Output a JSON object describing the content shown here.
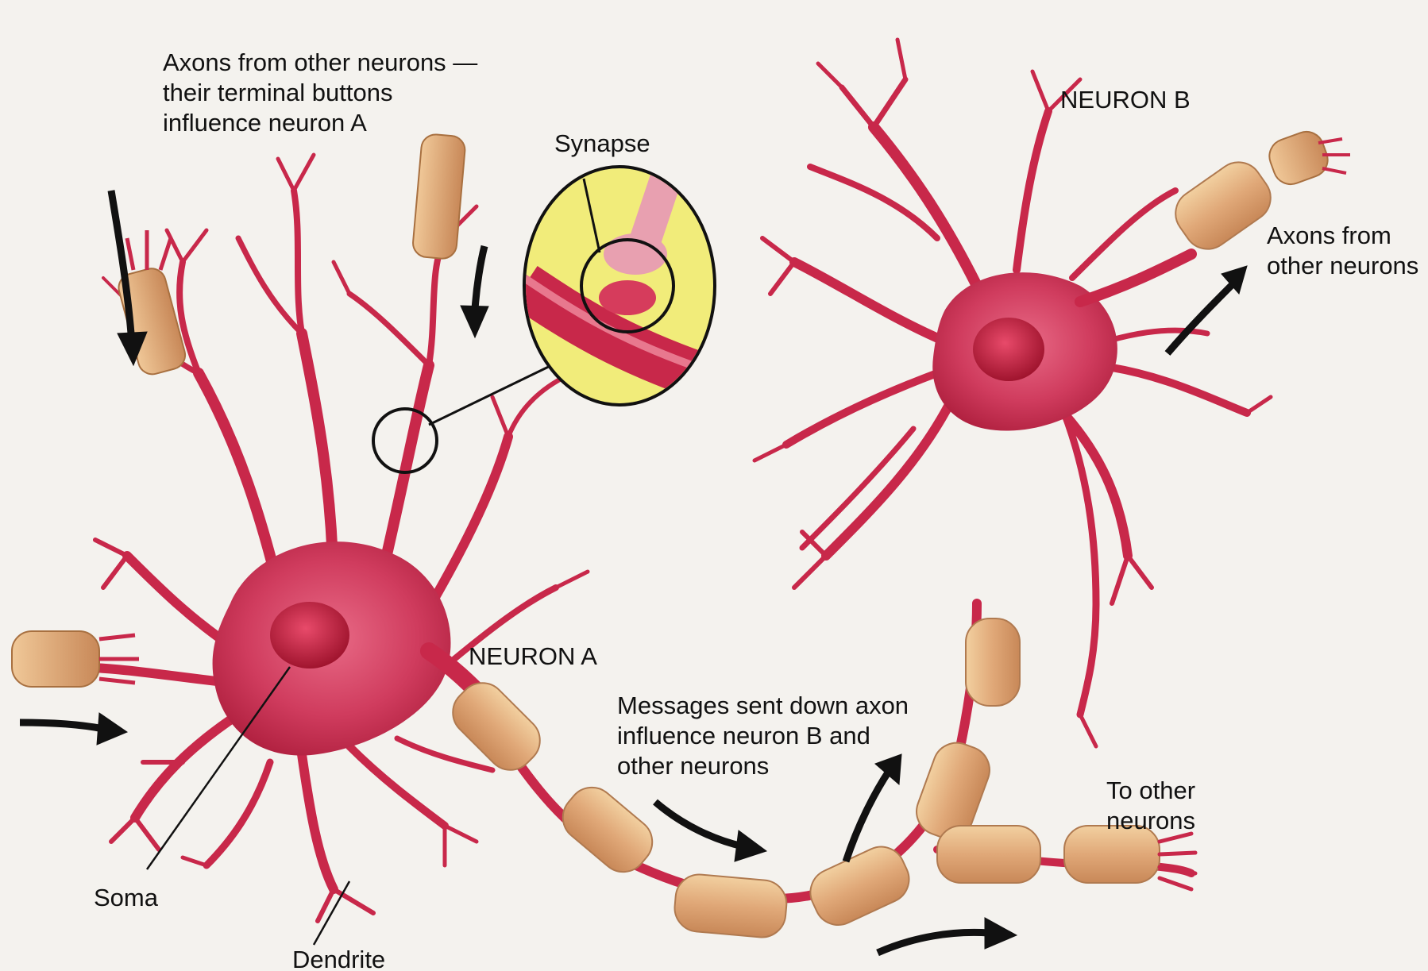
{
  "labels": {
    "axons_a": "Axons from other neurons —\ntheir terminal buttons\ninfluence neuron A",
    "synapse": "Synapse",
    "neuron_b": "NEURON B",
    "axons_b": "Axons from\nother neurons",
    "neuron_a": "NEURON A",
    "messages": "Messages sent down axon\ninfluence neuron B and\nother neurons",
    "to_other": "To other\nneurons",
    "soma": "Soma",
    "dendrite": "Dendrite"
  },
  "colors": {
    "neuron": "#c8284a",
    "neuron_dark": "#a01e3c",
    "myelin": "#e8b88a",
    "inset_bg": "#f1ec7a",
    "arrow": "#111111"
  }
}
